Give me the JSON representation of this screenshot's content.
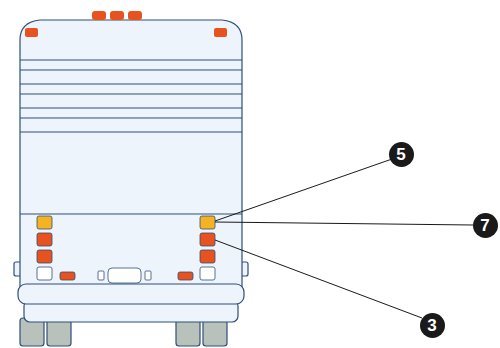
{
  "diagram": {
    "nodes": [
      {
        "text": [
          "5"
        ]
      },
      {
        "text": [
          "7"
        ]
      },
      {
        "text": [
          "3"
        ]
      }
    ]
  }
}
